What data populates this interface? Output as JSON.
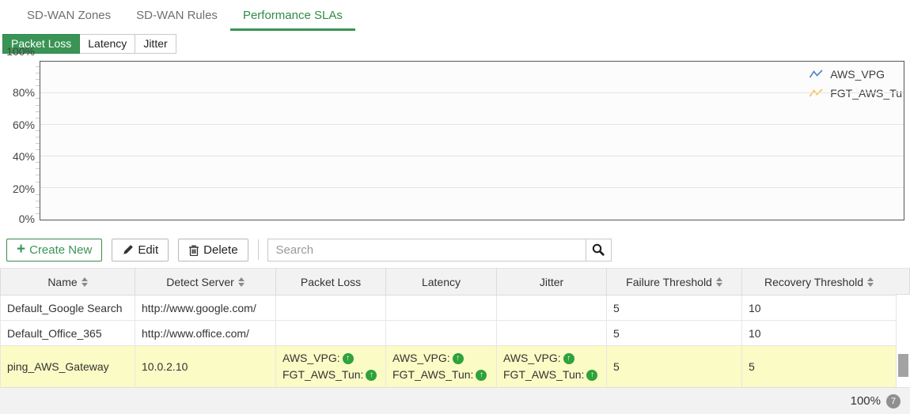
{
  "tabs": [
    {
      "label": "SD-WAN Zones",
      "active": false
    },
    {
      "label": "SD-WAN Rules",
      "active": false
    },
    {
      "label": "Performance SLAs",
      "active": true
    }
  ],
  "subtabs": [
    {
      "label": "Packet Loss",
      "active": true
    },
    {
      "label": "Latency",
      "active": false
    },
    {
      "label": "Jitter",
      "active": false
    }
  ],
  "chart_data": {
    "type": "line",
    "title": "",
    "xlabel": "",
    "ylabel": "",
    "ylim": [
      0,
      100
    ],
    "yticks": [
      "0%",
      "20%",
      "40%",
      "60%",
      "80%",
      "100%"
    ],
    "grid": true,
    "legend_position": "top-right",
    "series": [
      {
        "name": "AWS_VPG",
        "color": "#4a87c7",
        "values": []
      },
      {
        "name": "FGT_AWS_Tu",
        "color": "#fbc34d",
        "values": []
      }
    ]
  },
  "toolbar": {
    "create_new_label": "Create New",
    "edit_label": "Edit",
    "delete_label": "Delete",
    "search_placeholder": "Search"
  },
  "table": {
    "columns": [
      {
        "label": "Name",
        "sortable": true
      },
      {
        "label": "Detect Server",
        "sortable": true
      },
      {
        "label": "Packet Loss",
        "sortable": false
      },
      {
        "label": "Latency",
        "sortable": false
      },
      {
        "label": "Jitter",
        "sortable": false
      },
      {
        "label": "Failure Threshold",
        "sortable": true
      },
      {
        "label": "Recovery Threshold",
        "sortable": true
      }
    ],
    "rows": [
      {
        "name": "Default_Google Search",
        "detect_server": "http://www.google.com/",
        "packet_loss": [],
        "latency": [],
        "jitter": [],
        "failure_threshold": "5",
        "recovery_threshold": "10",
        "highlighted": false
      },
      {
        "name": "Default_Office_365",
        "detect_server": "http://www.office.com/",
        "packet_loss": [],
        "latency": [],
        "jitter": [],
        "failure_threshold": "5",
        "recovery_threshold": "10",
        "highlighted": false
      },
      {
        "name": "ping_AWS_Gateway",
        "detect_server": "10.0.2.10",
        "packet_loss": [
          "AWS_VPG:",
          "FGT_AWS_Tun:"
        ],
        "latency": [
          "AWS_VPG:",
          "FGT_AWS_Tun:"
        ],
        "jitter": [
          "AWS_VPG:",
          "FGT_AWS_Tun:"
        ],
        "failure_threshold": "5",
        "recovery_threshold": "5",
        "highlighted": true
      }
    ]
  },
  "statusbar": {
    "zoom_level": "100%",
    "badge_count": "7"
  },
  "colors": {
    "accent_green": "#3a9455",
    "status_up_green": "#2fa23c",
    "highlight_yellow": "#fafbc5",
    "series_blue": "#4a87c7",
    "series_yellow": "#fbc34d"
  }
}
